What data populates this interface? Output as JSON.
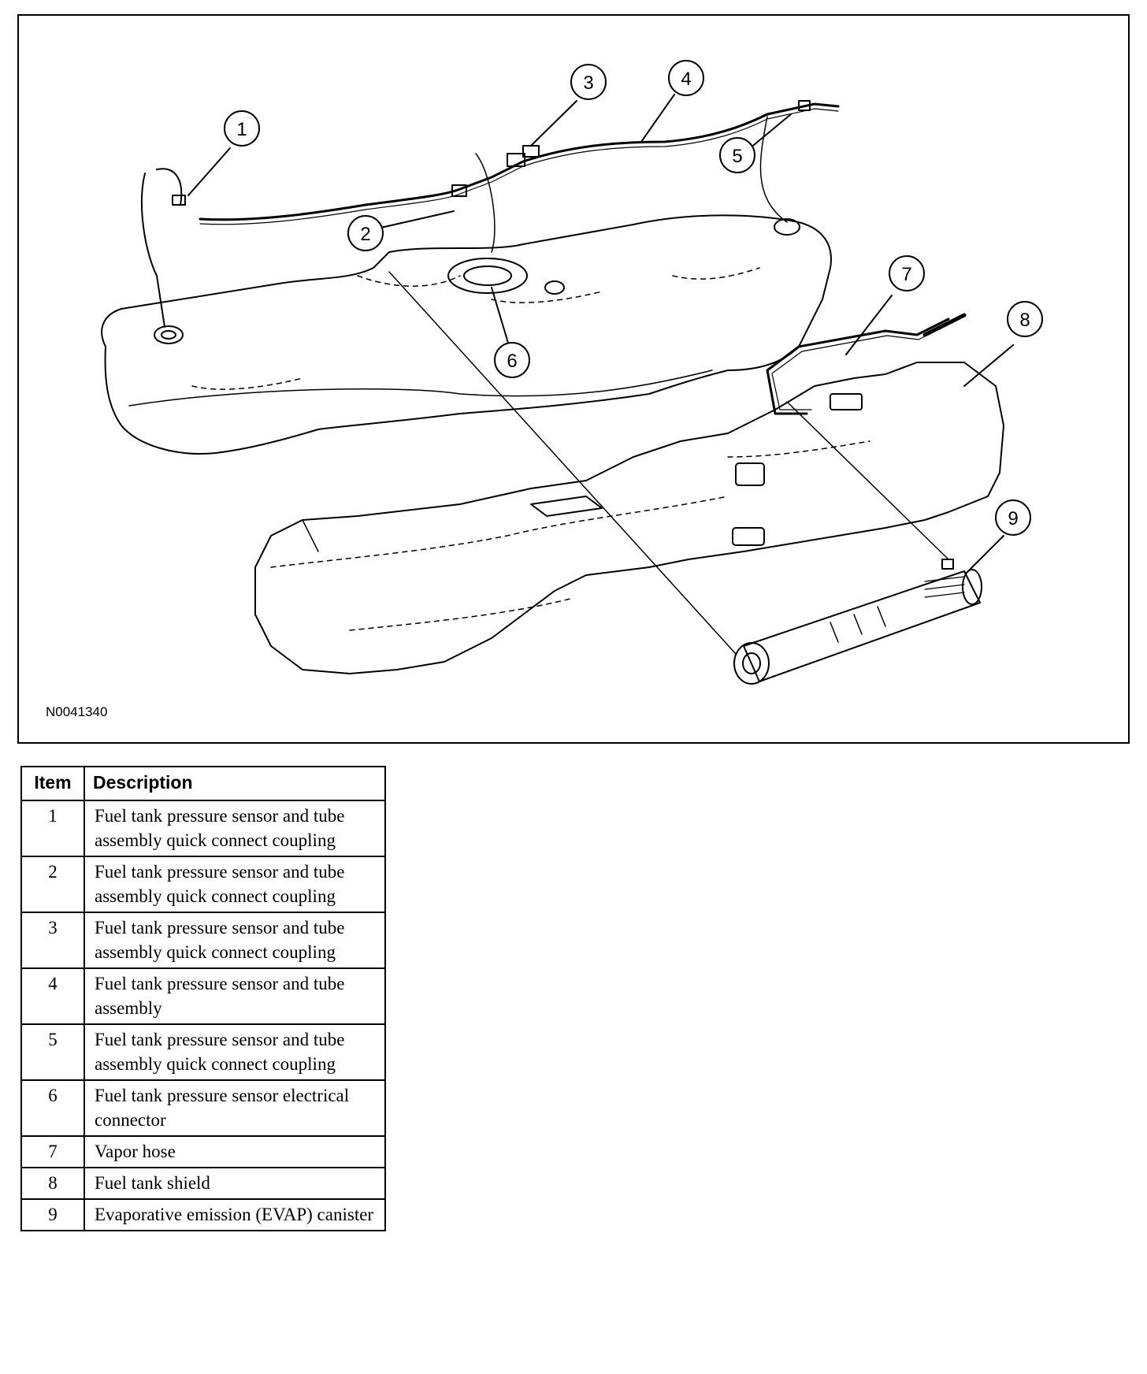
{
  "figure": {
    "id": "N0041340",
    "callouts": [
      "1",
      "2",
      "3",
      "4",
      "5",
      "6",
      "7",
      "8",
      "9"
    ]
  },
  "table": {
    "headers": [
      "Item",
      "Description"
    ],
    "rows": [
      {
        "item": "1",
        "description": "Fuel tank pressure sensor and tube assembly quick connect coupling"
      },
      {
        "item": "2",
        "description": "Fuel tank pressure sensor and tube assembly quick connect coupling"
      },
      {
        "item": "3",
        "description": "Fuel tank pressure sensor and tube assembly quick connect coupling"
      },
      {
        "item": "4",
        "description": "Fuel tank pressure sensor and tube assembly"
      },
      {
        "item": "5",
        "description": "Fuel tank pressure sensor and tube assembly quick connect coupling"
      },
      {
        "item": "6",
        "description": "Fuel tank pressure sensor electrical connector"
      },
      {
        "item": "7",
        "description": "Vapor hose"
      },
      {
        "item": "8",
        "description": "Fuel tank shield"
      },
      {
        "item": "9",
        "description": "Evaporative emission (EVAP) canister"
      }
    ]
  }
}
